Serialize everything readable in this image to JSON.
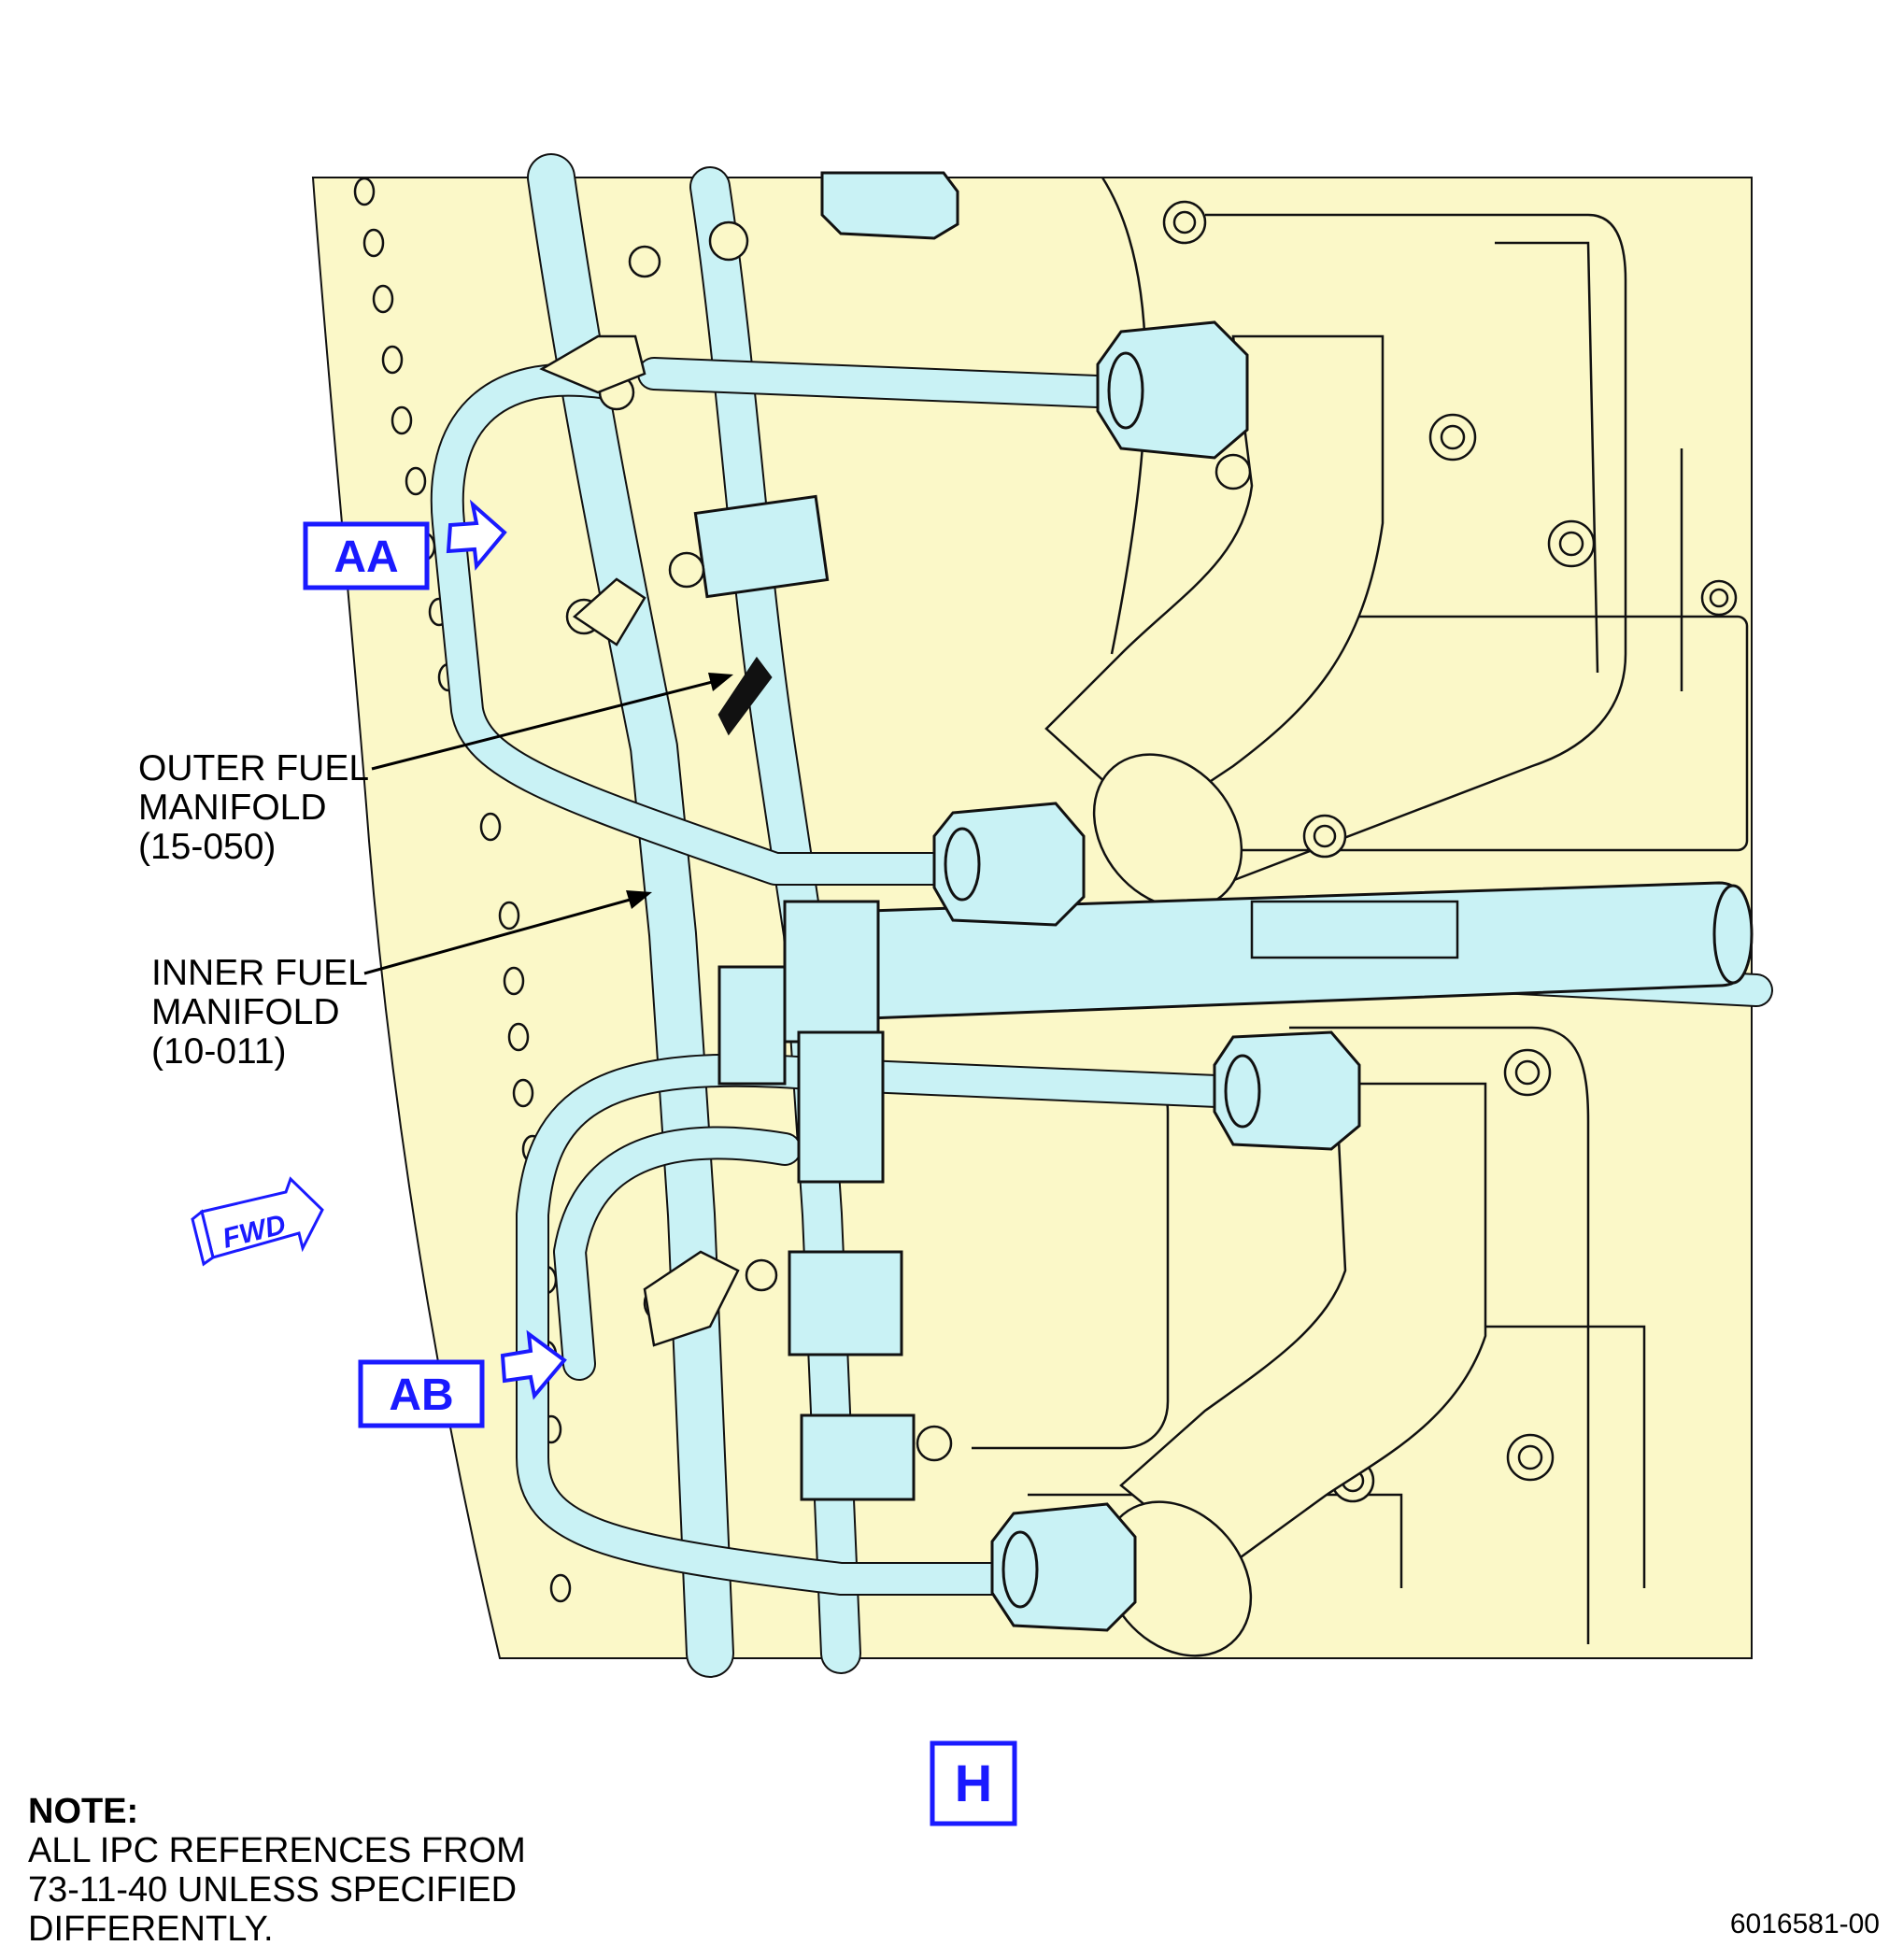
{
  "callouts": {
    "view_aa": "AA",
    "view_ab": "AB",
    "view_h": "H",
    "fwd": "FWD"
  },
  "labels": {
    "outer": [
      "OUTER FUEL",
      "MANIFOLD",
      "(15-050)"
    ],
    "inner": [
      "INNER FUEL",
      "MANIFOLD",
      "(10-011)"
    ]
  },
  "note": {
    "title": "NOTE:",
    "lines": [
      "ALL IPC REFERENCES FROM",
      "73-11-40 UNLESS SPECIFIED",
      "DIFFERENTLY."
    ]
  },
  "figure_id": "6016581-00",
  "colors": {
    "background_panel": "#fbf8c8",
    "pipe": "#c9f2f5",
    "outline": "#111111",
    "callout_blue": "#1a1aff"
  }
}
